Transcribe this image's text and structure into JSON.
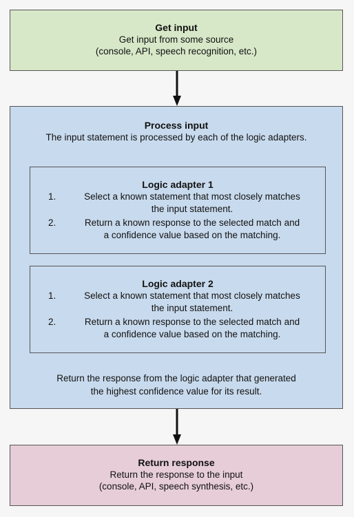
{
  "get_input": {
    "title": "Get input",
    "line1": "Get input from some source",
    "line2": "(console, API, speech recognition, etc.)"
  },
  "process_input": {
    "title": "Process input",
    "description": "The input statement is processed by each of the logic adapters.",
    "adapters": [
      {
        "title": "Logic adapter 1",
        "steps": [
          {
            "num": "1.",
            "line1": "Select a known statement that most closely matches",
            "line2": "the input statement."
          },
          {
            "num": "2.",
            "line1": "Return a known response to the selected match and",
            "line2": "a confidence value based on the matching."
          }
        ]
      },
      {
        "title": "Logic adapter 2",
        "steps": [
          {
            "num": "1.",
            "line1": "Select a known statement that most closely matches",
            "line2": "the input statement."
          },
          {
            "num": "2.",
            "line1": "Return a known response to the selected match and",
            "line2": "a confidence value based on the matching."
          }
        ]
      }
    ],
    "footer_line1": "Return the response from the logic adapter that generated",
    "footer_line2": "the highest confidence value for its result."
  },
  "return_response": {
    "title": "Return response",
    "line1": "Return the response to the input",
    "line2": "(console, API, speech synthesis, etc.)"
  },
  "colors": {
    "get_input_fill": "#d7e8c8",
    "process_fill": "#c8daed",
    "return_fill": "#e6cdd8",
    "border": "#555555",
    "arrow": "#111111"
  }
}
